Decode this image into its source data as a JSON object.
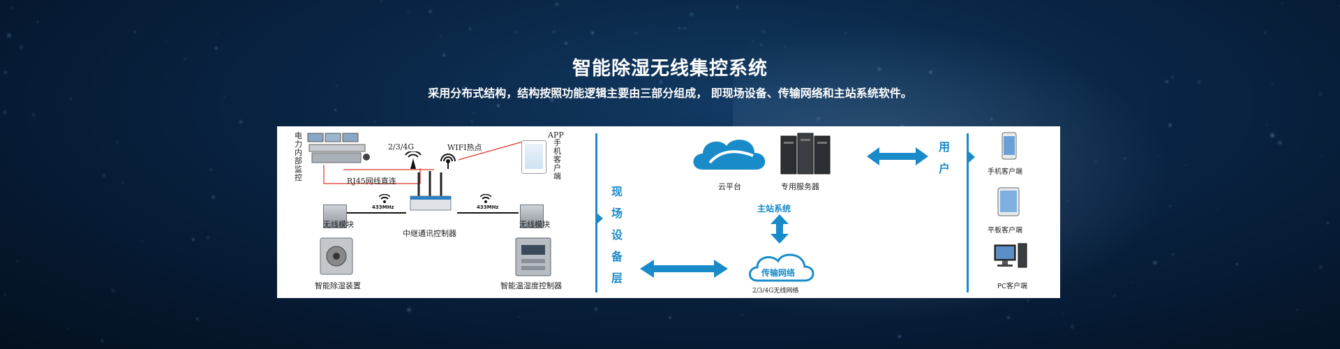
{
  "header": {
    "title": "智能除湿无线集控系统",
    "subtitle": "采用分布式结构，结构按照功能逻辑主要由三部分组成， 即现场设备、传输网络和主站系统软件。"
  },
  "diagram": {
    "left": {
      "control_room_label": "电力内部监控",
      "rj45_label": "RJ45网线直连",
      "net_label": "2/3/4G",
      "wifi_label": "WIFI热点",
      "app_label_top": "APP",
      "app_label": "手机客户端",
      "wireless_module_left": "无线模块",
      "wireless_module_right": "无线模块",
      "freq_left": "433MHz",
      "freq_right": "433MHz",
      "relay_label": "中继通讯控制器",
      "dehumidifier_label": "智能除湿装置",
      "controller_label": "智能温湿度控制器"
    },
    "middle": {
      "field_layer": "现场设备层",
      "cloud_platform": "云平台",
      "server": "专用服务器",
      "master_system": "主站系统",
      "transport_network": "传输网络",
      "wireless_network": "2/3/4G无线网络"
    },
    "right": {
      "users": "用户",
      "mobile_client": "手机客户端",
      "tablet_client": "平板客户端",
      "pc_client": "PC客户端"
    },
    "accent_color": "#1a8bc9"
  }
}
